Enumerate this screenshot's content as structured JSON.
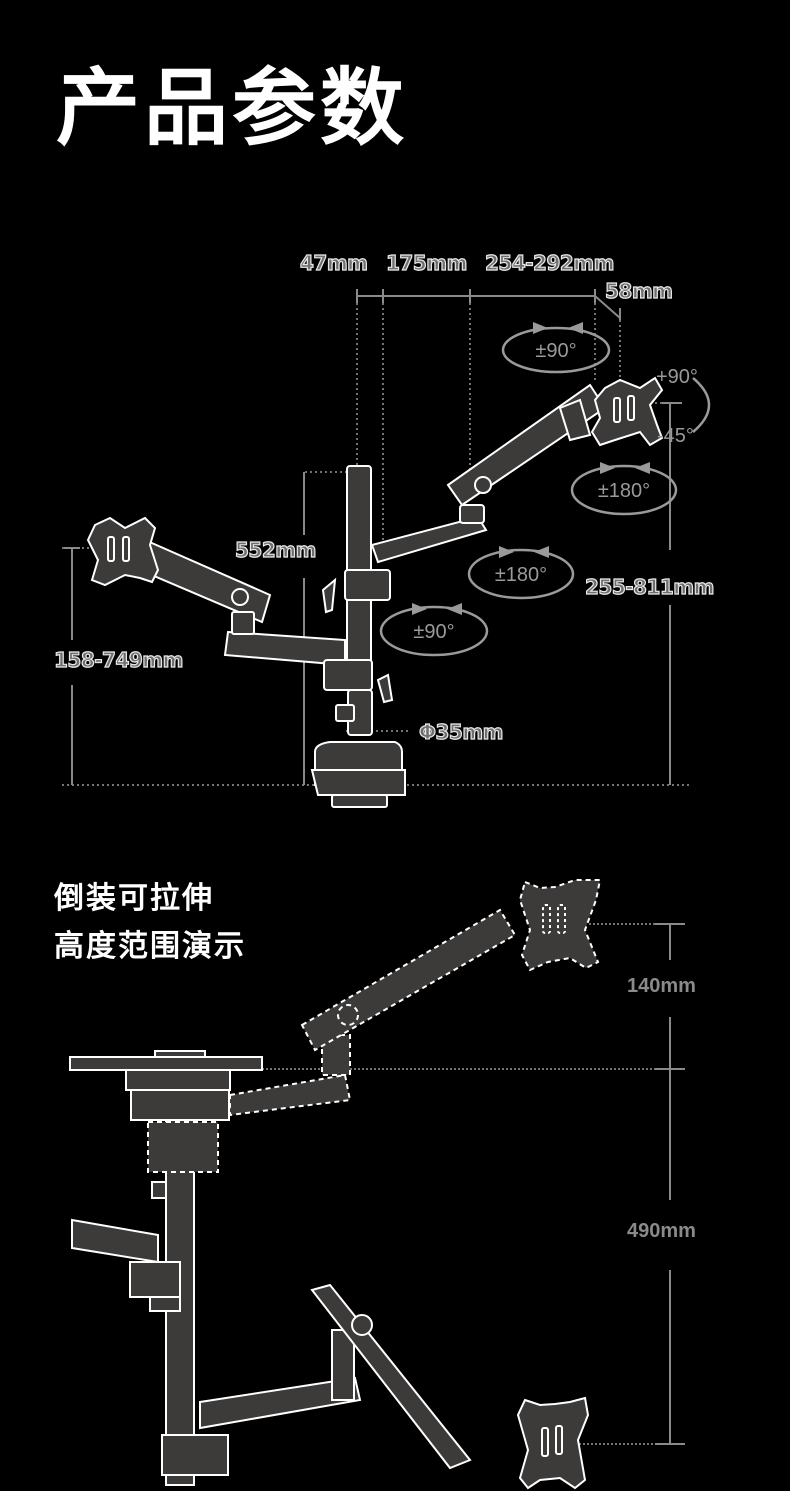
{
  "header": {
    "title": "产品参数"
  },
  "spec_diagram": {
    "dimensions": {
      "pole_offset": "47mm",
      "arm_inner": "175mm",
      "arm_outer": "254-292mm",
      "head_depth": "58mm",
      "pole_height": "552mm",
      "left_height_range": "158-749mm",
      "right_height_range": "255-811mm",
      "pole_diameter": "Φ35mm"
    },
    "rotations": {
      "head_swivel": "±90°",
      "tilt_up": "+90°",
      "tilt_down": "-45°",
      "head_rotation": "±180°",
      "elbow_rotation": "±180°",
      "base_rotation": "±90°"
    }
  },
  "inverted_demo": {
    "title_line1": "倒装可拉伸",
    "title_line2": "高度范围演示",
    "upper_range": "140mm",
    "lower_range": "490mm"
  },
  "colors": {
    "background": "#000000",
    "part_fill": "#3d3a3a",
    "outline": "#ffffff",
    "dim_line": "#8a8a8a"
  }
}
